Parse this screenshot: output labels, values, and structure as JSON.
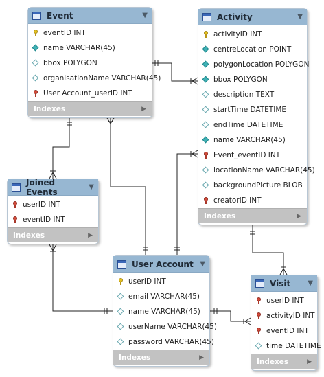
{
  "tables": {
    "event": {
      "title": "Event",
      "columns": [
        {
          "text": "eventID INT",
          "key": "pk"
        },
        {
          "text": "name VARCHAR(45)",
          "key": "nn"
        },
        {
          "text": "bbox POLYGON",
          "key": "col"
        },
        {
          "text": "organisationName VARCHAR(45)",
          "key": "col"
        },
        {
          "text": "User Account_userID INT",
          "key": "fk"
        }
      ],
      "indexes_label": "Indexes"
    },
    "activity": {
      "title": "Activity",
      "columns": [
        {
          "text": "activityID INT",
          "key": "pk"
        },
        {
          "text": "centreLocation POINT",
          "key": "nn"
        },
        {
          "text": "polygonLocation POLYGON",
          "key": "nn"
        },
        {
          "text": "bbox POLYGON",
          "key": "nn"
        },
        {
          "text": "description TEXT",
          "key": "col"
        },
        {
          "text": "startTime DATETIME",
          "key": "col"
        },
        {
          "text": "endTime DATETIME",
          "key": "col"
        },
        {
          "text": "name VARCHAR(45)",
          "key": "nn"
        },
        {
          "text": "Event_eventID INT",
          "key": "fk"
        },
        {
          "text": "locationName VARCHAR(45)",
          "key": "col"
        },
        {
          "text": "backgroundPicture BLOB",
          "key": "col"
        },
        {
          "text": "creatorID INT",
          "key": "fk"
        }
      ],
      "indexes_label": "Indexes"
    },
    "joined_events": {
      "title": "Joined Events",
      "columns": [
        {
          "text": "userID INT",
          "key": "fk"
        },
        {
          "text": "eventID INT",
          "key": "fk"
        }
      ],
      "indexes_label": "Indexes"
    },
    "user_account": {
      "title": "User Account",
      "columns": [
        {
          "text": "userID INT",
          "key": "pk"
        },
        {
          "text": "email VARCHAR(45)",
          "key": "col"
        },
        {
          "text": "name VARCHAR(45)",
          "key": "col"
        },
        {
          "text": "userName VARCHAR(45)",
          "key": "col"
        },
        {
          "text": "password VARCHAR(45)",
          "key": "col"
        }
      ],
      "indexes_label": "Indexes"
    },
    "visit": {
      "title": "Visit",
      "columns": [
        {
          "text": "userID INT",
          "key": "fk"
        },
        {
          "text": "activityID INT",
          "key": "fk"
        },
        {
          "text": "eventID INT",
          "key": "fk"
        },
        {
          "text": "time DATETIME",
          "key": "col"
        }
      ],
      "indexes_label": "Indexes"
    }
  },
  "colors": {
    "header": "#97b7d2",
    "footer": "#c2c2c2",
    "connector": "#222222"
  },
  "icons": {
    "table": "table-icon",
    "collapse": "chevron-down-icon",
    "indexes": "triangle-right-icon",
    "pk": "key-icon",
    "fk": "foreign-key-icon",
    "nn": "filled-diamond-icon",
    "col": "hollow-diamond-icon"
  }
}
